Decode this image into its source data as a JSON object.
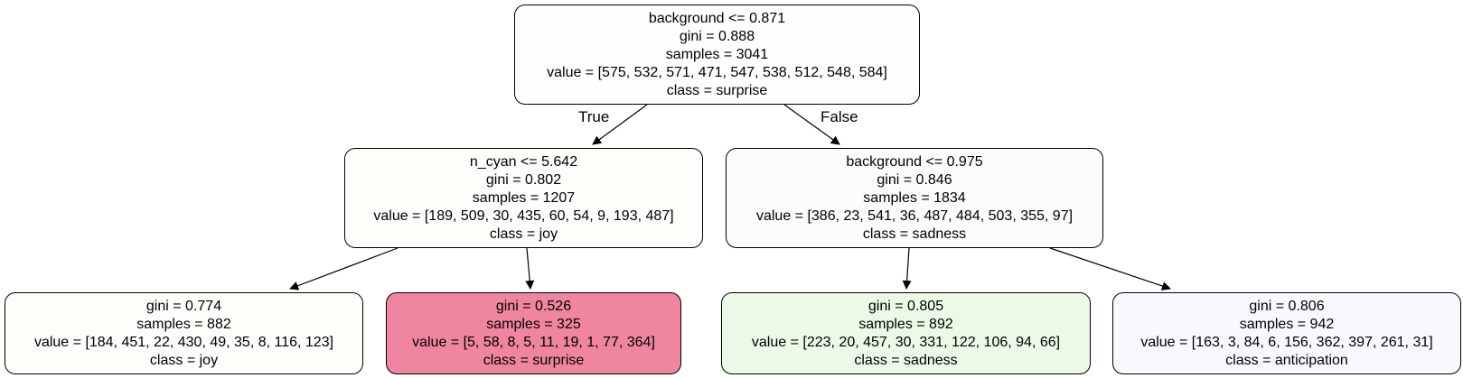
{
  "colors": {
    "root": "#fefefe",
    "joy": "#fdfefa",
    "surprise": "#ef85a0",
    "sadness": "#ebfae7",
    "sadness_internal": "#fafdf9",
    "anticipation": "#f9f8fe",
    "edge": "#000000"
  },
  "edges": {
    "true_label": "True",
    "false_label": "False"
  },
  "nodes": {
    "root": {
      "split": "background <= 0.871",
      "gini": "gini = 0.888",
      "samples": "samples = 3041",
      "value": "value = [575, 532, 571, 471, 547, 538, 512, 548, 584]",
      "class": "class = surprise"
    },
    "left": {
      "split": "n_cyan <= 5.642",
      "gini": "gini = 0.802",
      "samples": "samples = 1207",
      "value": "value = [189, 509, 30, 435, 60, 54, 9, 193, 487]",
      "class": "class = joy"
    },
    "right": {
      "split": "background <= 0.975",
      "gini": "gini = 0.846",
      "samples": "samples = 1834",
      "value": "value = [386, 23, 541, 36, 487, 484, 503, 355, 97]",
      "class": "class = sadness"
    },
    "leaf_ll": {
      "gini": "gini = 0.774",
      "samples": "samples = 882",
      "value": "value = [184, 451, 22, 430, 49, 35, 8, 116, 123]",
      "class": "class = joy"
    },
    "leaf_lr": {
      "gini": "gini = 0.526",
      "samples": "samples = 325",
      "value": "value = [5, 58, 8, 5, 11, 19, 1, 77, 364]",
      "class": "class = surprise"
    },
    "leaf_rl": {
      "gini": "gini = 0.805",
      "samples": "samples = 892",
      "value": "value = [223, 20, 457, 30, 331, 122, 106, 94, 66]",
      "class": "class = sadness"
    },
    "leaf_rr": {
      "gini": "gini = 0.806",
      "samples": "samples = 942",
      "value": "value = [163, 3, 84, 6, 156, 362, 397, 261, 31]",
      "class": "class = anticipation"
    }
  }
}
